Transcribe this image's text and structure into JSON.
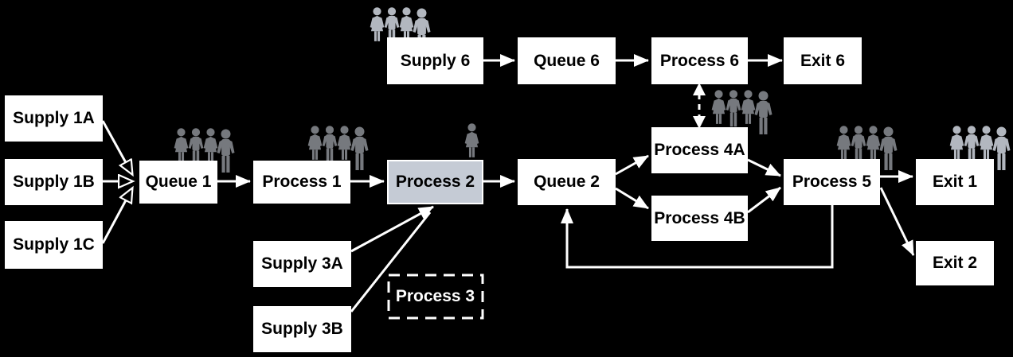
{
  "diagram": {
    "title": "process-flow-simulation-diagram",
    "colors": {
      "background": "#000000",
      "box_fill": "#ffffff",
      "box_text": "#000000",
      "highlight_box_fill": "#c5cbd5",
      "ghost_box_text": "#ffffff",
      "arrow": "#ffffff",
      "people_dark": "#76797e",
      "people_light": "#b2b7bf"
    },
    "nodes": {
      "supply_1a": {
        "label": "Supply 1A"
      },
      "supply_1b": {
        "label": "Supply 1B"
      },
      "supply_1c": {
        "label": "Supply 1C"
      },
      "queue_1": {
        "label": "Queue 1"
      },
      "process_1": {
        "label": "Process 1"
      },
      "process_2": {
        "label": "Process 2",
        "variant": "highlighted"
      },
      "supply_3a": {
        "label": "Supply 3A"
      },
      "supply_3b": {
        "label": "Supply 3B"
      },
      "process_3": {
        "label": "Process 3",
        "variant": "dashed-ghost"
      },
      "queue_2": {
        "label": "Queue 2"
      },
      "process_4a": {
        "label": "Process 4A"
      },
      "process_4b": {
        "label": "Process 4B"
      },
      "process_5": {
        "label": "Process 5"
      },
      "exit_1": {
        "label": "Exit 1"
      },
      "exit_2": {
        "label": "Exit 2"
      },
      "supply_6": {
        "label": "Supply 6"
      },
      "queue_6": {
        "label": "Queue 6"
      },
      "process_6": {
        "label": "Process 6"
      },
      "exit_6": {
        "label": "Exit 6"
      }
    },
    "people_icons": [
      {
        "at": "supply_6",
        "count": 4,
        "shade": "light"
      },
      {
        "at": "queue_1",
        "count": 4,
        "shade": "dark"
      },
      {
        "at": "process_1",
        "count": 4,
        "shade": "dark"
      },
      {
        "at": "process_2",
        "count": 1,
        "shade": "dark"
      },
      {
        "at": "process_4a",
        "count": 4,
        "shade": "dark"
      },
      {
        "at": "process_5",
        "count": 4,
        "shade": "dark"
      },
      {
        "at": "exit_1",
        "count": 4,
        "shade": "light"
      }
    ],
    "edges": [
      {
        "from": "supply_1a",
        "to": "queue_1",
        "style": "solid",
        "head": "open"
      },
      {
        "from": "supply_1b",
        "to": "queue_1",
        "style": "solid",
        "head": "open"
      },
      {
        "from": "supply_1c",
        "to": "queue_1",
        "style": "solid",
        "head": "open"
      },
      {
        "from": "queue_1",
        "to": "process_1",
        "style": "solid",
        "head": "filled"
      },
      {
        "from": "process_1",
        "to": "process_2",
        "style": "solid",
        "head": "filled"
      },
      {
        "from": "process_2",
        "to": "queue_2",
        "style": "solid",
        "head": "filled"
      },
      {
        "from": "supply_3a",
        "to": "process_2",
        "style": "solid",
        "head": "filled"
      },
      {
        "from": "supply_3b",
        "to": "process_2",
        "style": "solid",
        "head": "filled"
      },
      {
        "from": "queue_2",
        "to": "process_4a",
        "style": "solid",
        "head": "filled"
      },
      {
        "from": "queue_2",
        "to": "process_4b",
        "style": "solid",
        "head": "filled"
      },
      {
        "from": "process_4a",
        "to": "process_5",
        "style": "solid",
        "head": "filled"
      },
      {
        "from": "process_4b",
        "to": "process_5",
        "style": "solid",
        "head": "filled"
      },
      {
        "from": "process_5",
        "to": "exit_1",
        "style": "solid",
        "head": "filled"
      },
      {
        "from": "process_5",
        "to": "exit_2",
        "style": "solid",
        "head": "filled"
      },
      {
        "from": "process_5",
        "to": "queue_2",
        "style": "solid",
        "head": "filled",
        "kind": "feedback-loop"
      },
      {
        "from": "supply_6",
        "to": "queue_6",
        "style": "solid",
        "head": "filled"
      },
      {
        "from": "queue_6",
        "to": "process_6",
        "style": "solid",
        "head": "filled"
      },
      {
        "from": "process_6",
        "to": "exit_6",
        "style": "solid",
        "head": "filled"
      },
      {
        "from": "process_6",
        "to": "process_4a",
        "style": "dashed",
        "head": "both"
      }
    ]
  }
}
